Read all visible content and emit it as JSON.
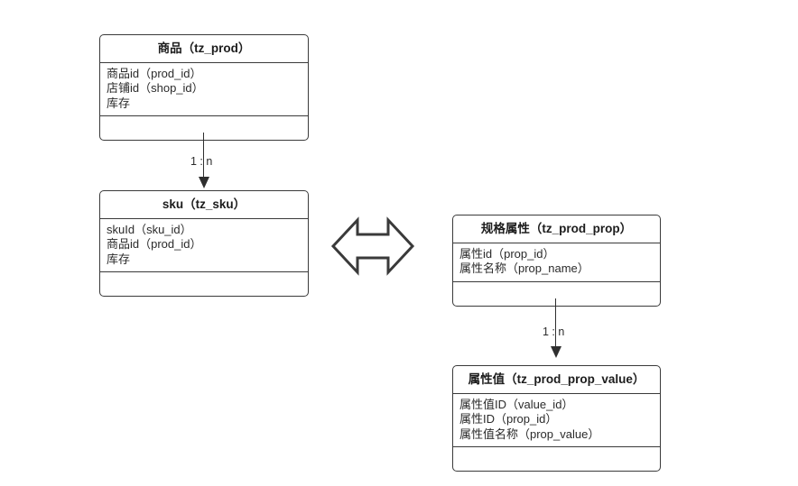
{
  "diagram": {
    "title": "",
    "background_color": "#ffffff",
    "line_color": "#3a3a3a",
    "text_color": "#2b2b2b",
    "entities": [
      {
        "id": "tz_prod",
        "header": "商品（tz_prod）",
        "attributes": [
          "商品id（prod_id）",
          "店铺id（shop_id）",
          "库存"
        ],
        "footer": ""
      },
      {
        "id": "tz_sku",
        "header": "sku（tz_sku）",
        "attributes": [
          "skuId（sku_id）",
          "商品id（prod_id）",
          "库存"
        ],
        "footer": ""
      },
      {
        "id": "tz_prod_prop",
        "header": "规格属性（tz_prod_prop）",
        "attributes": [
          "属性id（prop_id）",
          "属性名称（prop_name）"
        ],
        "footer": ""
      },
      {
        "id": "tz_prod_prop_value",
        "header": "属性值（tz_prod_prop_value）",
        "attributes": [
          "属性值ID（value_id）",
          "属性ID（prop_id）",
          "属性值名称（prop_value）"
        ],
        "footer": ""
      }
    ],
    "relations": [
      {
        "from": "tz_prod",
        "to": "tz_sku",
        "label": "1 : n",
        "kind": "arrow-down"
      },
      {
        "from": "tz_prod_prop",
        "to": "tz_prod_prop_value",
        "label": "1 : n",
        "kind": "arrow-down"
      },
      {
        "from": "tz_sku",
        "to": "tz_prod_prop",
        "label": "",
        "kind": "double-arrow-horizontal"
      }
    ]
  }
}
